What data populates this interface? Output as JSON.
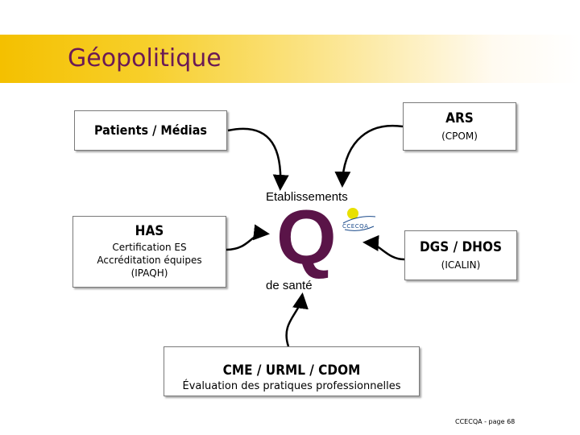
{
  "header": {
    "title": "Géopolitique"
  },
  "nodes": {
    "patients": {
      "title": "Patients / Médias"
    },
    "ars": {
      "title": "ARS",
      "subtitle": "(CPOM)"
    },
    "has": {
      "title": "HAS",
      "lines": [
        "Certification ES",
        "Accréditation équipes",
        "(IPAQH)"
      ]
    },
    "dgs": {
      "title": "DGS / DHOS",
      "subtitle": "(ICALIN)"
    },
    "cme": {
      "title": "CME / URML / CDOM",
      "subtitle": "Évaluation des pratiques professionnelles"
    }
  },
  "center": {
    "top": "Etablissements",
    "letter": "Q",
    "bottom": "de santé",
    "logo_text": "CCECQA"
  },
  "footer": {
    "text": "CCECQA - page 68"
  },
  "colors": {
    "title_band": "#f4c000",
    "title_text": "#6b1a55",
    "q_letter": "#5a1448",
    "logo_dot": "#e8e000"
  }
}
